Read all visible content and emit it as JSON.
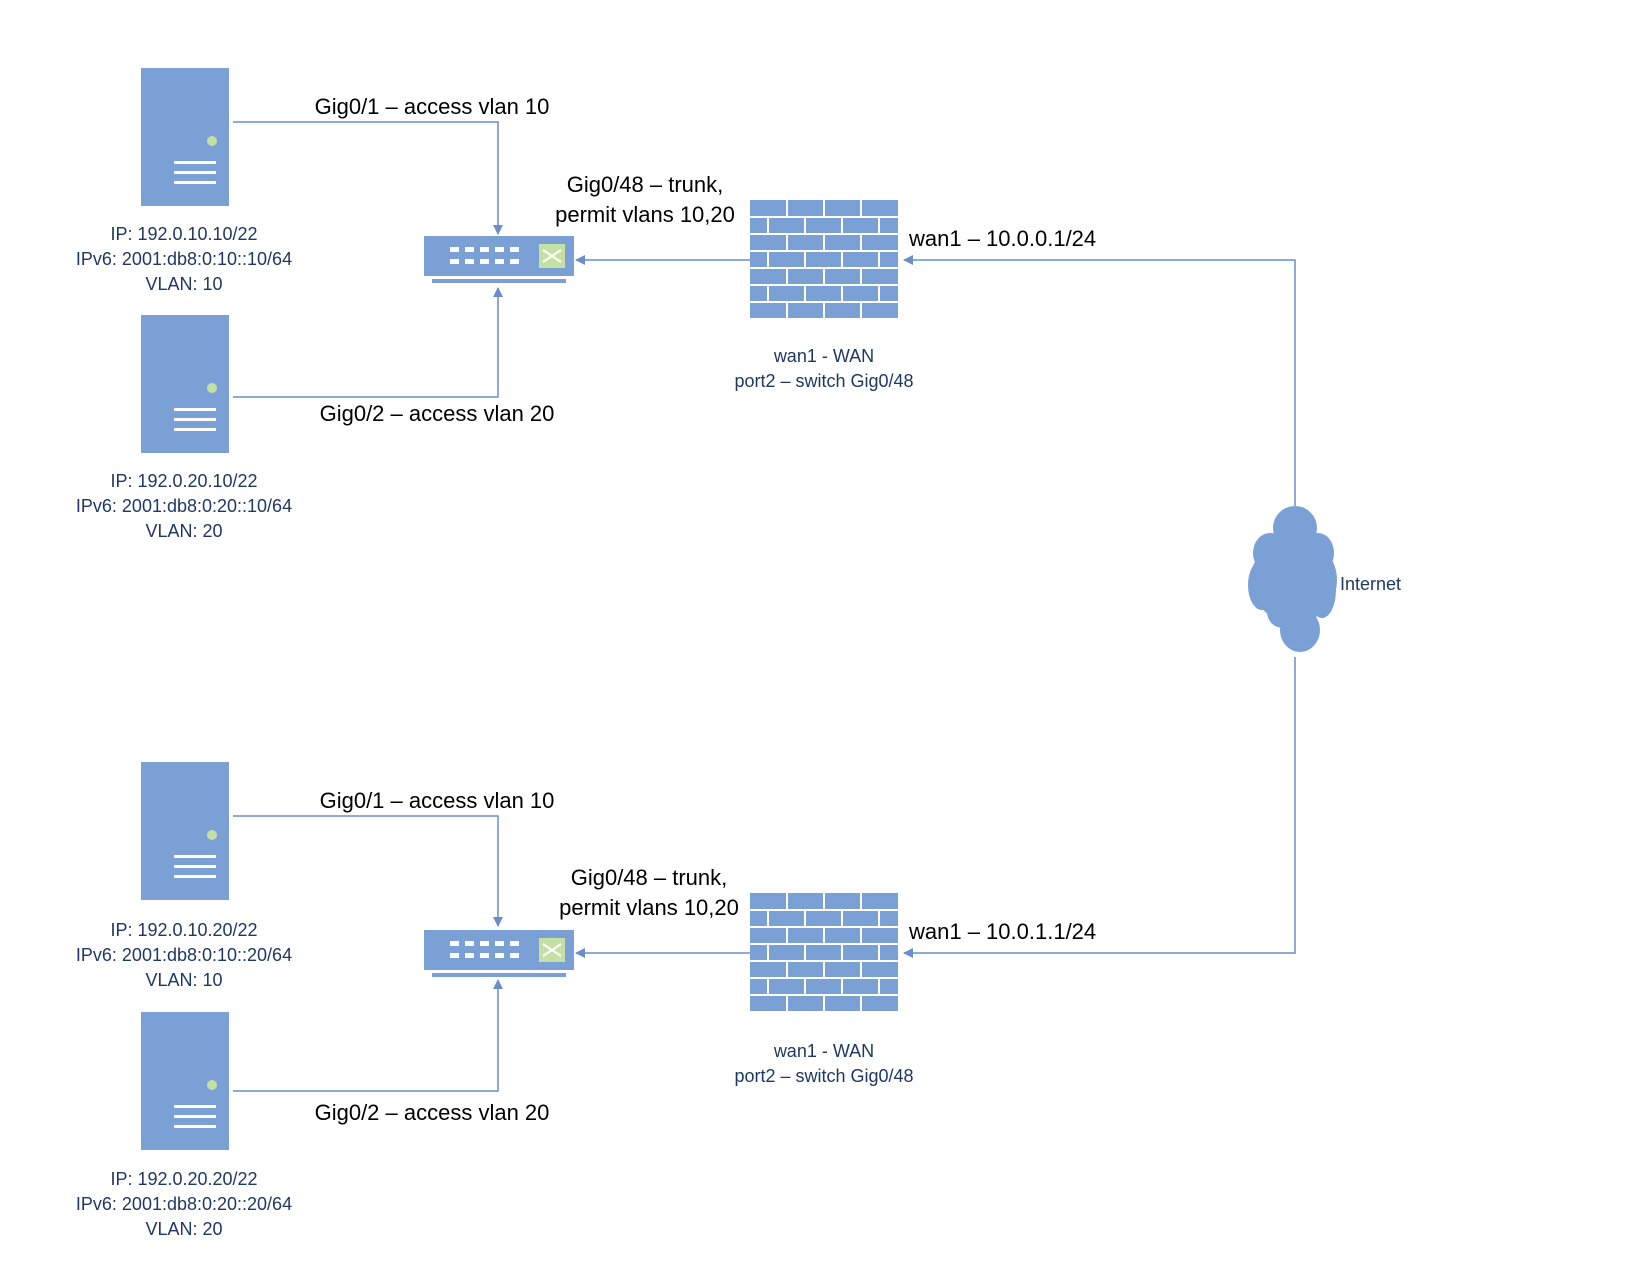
{
  "colors": {
    "device_fill": "#7aa0d6",
    "device_stroke": "#6a8ec8",
    "line": "#6a8ec8",
    "text_primary": "#000000",
    "text_secondary": "#1f3864",
    "server_led": "#c5e0a5",
    "switch_icon_bg": "#c5e0a5"
  },
  "icons": {
    "server": "server-icon",
    "switch": "switch-icon",
    "firewall": "firewall-icon",
    "cloud": "cloud-icon"
  },
  "site_a": {
    "server1": {
      "ip": "IP: 192.0.10.10/22",
      "ipv6": "IPv6: 2001:db8:0:10::10/64",
      "vlan": "VLAN: 10"
    },
    "server2": {
      "ip": "IP: 192.0.20.10/22",
      "ipv6": "IPv6: 2001:db8:0:20::10/64",
      "vlan": "VLAN: 20"
    },
    "link1": "Gig0/1 – access vlan 10",
    "link2": "Gig0/2 – access vlan 20",
    "trunk_line1": "Gig0/48 – trunk,",
    "trunk_line2": "permit vlans 10,20",
    "fw_wan": "wan1 – 10.0.0.1/24",
    "fw_label1": "wan1 - WAN",
    "fw_label2": "port2 – switch Gig0/48"
  },
  "site_b": {
    "server1": {
      "ip": "IP: 192.0.10.20/22",
      "ipv6": "IPv6: 2001:db8:0:10::20/64",
      "vlan": "VLAN: 10"
    },
    "server2": {
      "ip": "IP: 192.0.20.20/22",
      "ipv6": "IPv6: 2001:db8:0:20::20/64",
      "vlan": "VLAN: 20"
    },
    "link1": "Gig0/1 – access vlan 10",
    "link2": "Gig0/2 – access vlan 20",
    "trunk_line1": "Gig0/48 – trunk,",
    "trunk_line2": "permit vlans 10,20",
    "fw_wan": "wan1 – 10.0.1.1/24",
    "fw_label1": "wan1 - WAN",
    "fw_label2": "port2 – switch Gig0/48"
  },
  "cloud_label": "Internet"
}
